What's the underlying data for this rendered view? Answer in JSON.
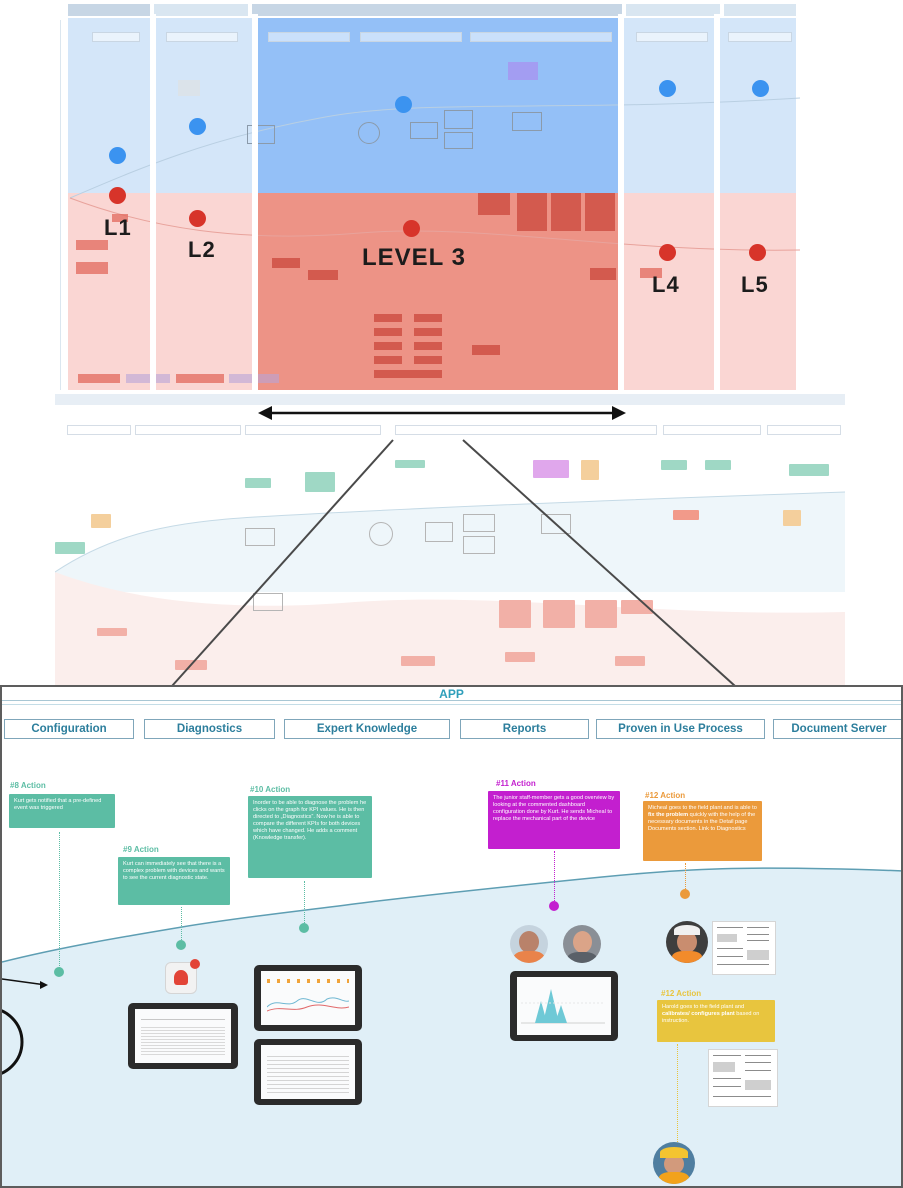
{
  "levels": {
    "l1": "L1",
    "l2": "L2",
    "l3": "LEVEL 3",
    "l4": "L4",
    "l5": "L5"
  },
  "colors": {
    "blue_dot": "#3b93f0",
    "red_dot": "#d7342a",
    "green_card": "#5cbda4",
    "purple_card": "#c31fcf",
    "orange_card": "#eb9a3b",
    "yellow_card": "#e8c53e",
    "teal_text": "#2c7e9c"
  },
  "app": {
    "title": "APP",
    "tabs": [
      {
        "label": "Configuration"
      },
      {
        "label": "Diagnostics"
      },
      {
        "label": "Expert Knowledge"
      },
      {
        "label": "Reports"
      },
      {
        "label": "Proven in Use Process"
      },
      {
        "label": "Document Server"
      }
    ]
  },
  "actions": [
    {
      "label": "#8 Action",
      "text": "Kurt gets notified that a pre-defined event was triggered"
    },
    {
      "label": "#9 Action",
      "text": "Kurt can immediately see that there is a complex problem with devices and wants to see the current diagnostic state."
    },
    {
      "label": "#10 Action",
      "text": "Inorder to be able to diagnose the problem he clicks on the graph for KPI values. He is then directed to „Diagnostics“. Now he is able to compare the different KPIs for both devices which have changed. He adds a comment (Knowledge transfer)."
    },
    {
      "label": "#11 Action",
      "text": "The junior staff-member gets a good overview by looking at the commented dashboard configuration done by Kurt. He sends Micheal to replace the mechanical part of the device"
    },
    {
      "label": "#12 Action",
      "text_before": "Micheal goes to the field plant and is able to ",
      "text_bold": "fix the problem",
      "text_after": " quickly with the help of the necessary documents in the Detail page Documents section. Link to Diagnostics"
    },
    {
      "label": "#12 Action",
      "text_before": "Harold goes to the field plant and ",
      "text_bold": "calibrates/ configures plant",
      "text_after": " based on instruction."
    }
  ]
}
